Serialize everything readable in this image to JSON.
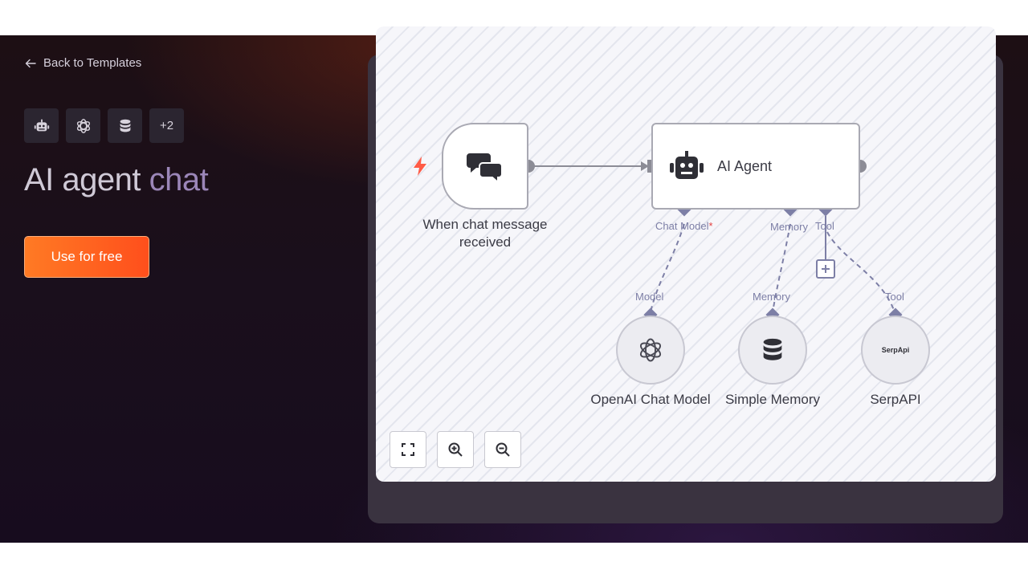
{
  "nav": {
    "back_label": "Back to Templates"
  },
  "chips": [
    {
      "icon": "robot-icon"
    },
    {
      "icon": "openai-icon"
    },
    {
      "icon": "database-icon"
    },
    {
      "label": "+2"
    }
  ],
  "title": {
    "part1": "AI agent",
    "part2": "chat"
  },
  "cta": {
    "label": "Use for free"
  },
  "workflow": {
    "trigger": {
      "label_line1": "When chat message",
      "label_line2": "received",
      "icon": "chat-bubbles-icon",
      "trigger_icon": "lightning-bolt-icon"
    },
    "agent": {
      "label": "AI Agent",
      "icon": "robot-icon"
    },
    "ports": {
      "chat_model": "Chat Model",
      "required_mark": "*",
      "memory": "Memory",
      "tool": "Tool"
    },
    "sub_nodes": [
      {
        "label": "OpenAI Chat Model",
        "port": "Model",
        "icon": "openai-icon"
      },
      {
        "label": "Simple Memory",
        "port": "Memory",
        "icon": "database-icon"
      },
      {
        "label": "SerpAPI",
        "port": "Tool",
        "logo_text": "SerpApi"
      }
    ],
    "add_tool_icon": "plus-icon"
  },
  "controls": [
    {
      "name": "fit-view",
      "icon": "fullscreen-icon"
    },
    {
      "name": "zoom-in",
      "icon": "zoom-in-icon"
    },
    {
      "name": "zoom-out",
      "icon": "zoom-out-icon"
    }
  ],
  "colors": {
    "accent": "#ff5b1f",
    "port": "#7d7fa6",
    "canvas": "#f6f6fa",
    "node_border": "#a9a9b3"
  }
}
